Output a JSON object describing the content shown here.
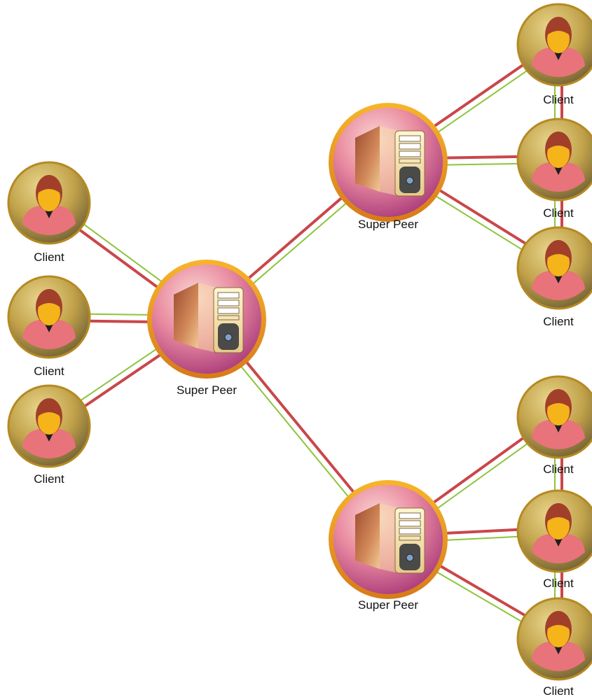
{
  "nodes": [
    {
      "id": "sp1",
      "kind": "super-peer",
      "label": "Super Peer"
    },
    {
      "id": "sp2",
      "kind": "super-peer",
      "label": "Super Peer"
    },
    {
      "id": "sp3",
      "kind": "super-peer",
      "label": "Super Peer"
    },
    {
      "id": "c1",
      "kind": "client",
      "label": "Client"
    },
    {
      "id": "c2",
      "kind": "client",
      "label": "Client"
    },
    {
      "id": "c3",
      "kind": "client",
      "label": "Client"
    },
    {
      "id": "c4",
      "kind": "client",
      "label": "Client"
    },
    {
      "id": "c5",
      "kind": "client",
      "label": "Client"
    },
    {
      "id": "c6",
      "kind": "client",
      "label": "Client"
    },
    {
      "id": "c7",
      "kind": "client",
      "label": "Client"
    },
    {
      "id": "c8",
      "kind": "client",
      "label": "Client"
    },
    {
      "id": "c9",
      "kind": "client",
      "label": "Client"
    }
  ],
  "edges": [
    [
      "sp1",
      "c1"
    ],
    [
      "sp1",
      "c2"
    ],
    [
      "sp1",
      "c3"
    ],
    [
      "sp1",
      "sp2"
    ],
    [
      "sp1",
      "sp3"
    ],
    [
      "sp2",
      "c4"
    ],
    [
      "sp2",
      "c5"
    ],
    [
      "sp2",
      "c6"
    ],
    [
      "sp3",
      "c7"
    ],
    [
      "sp3",
      "c8"
    ],
    [
      "sp3",
      "c9"
    ],
    [
      "c4",
      "c5"
    ],
    [
      "c5",
      "c6"
    ],
    [
      "c7",
      "c8"
    ],
    [
      "c8",
      "c9"
    ]
  ],
  "colors": {
    "link_red": "#c9474a",
    "link_green": "#8cc43c",
    "ring_gold": "#e8a21a",
    "client_bg_light": "#c9a94e",
    "client_bg_dark": "#7d6f3e",
    "super_bg_light": "#f4a4b0",
    "super_bg_dark": "#b2447e",
    "hair": "#a23f2a",
    "face": "#f4b41a",
    "shirt": "#e8737b"
  }
}
